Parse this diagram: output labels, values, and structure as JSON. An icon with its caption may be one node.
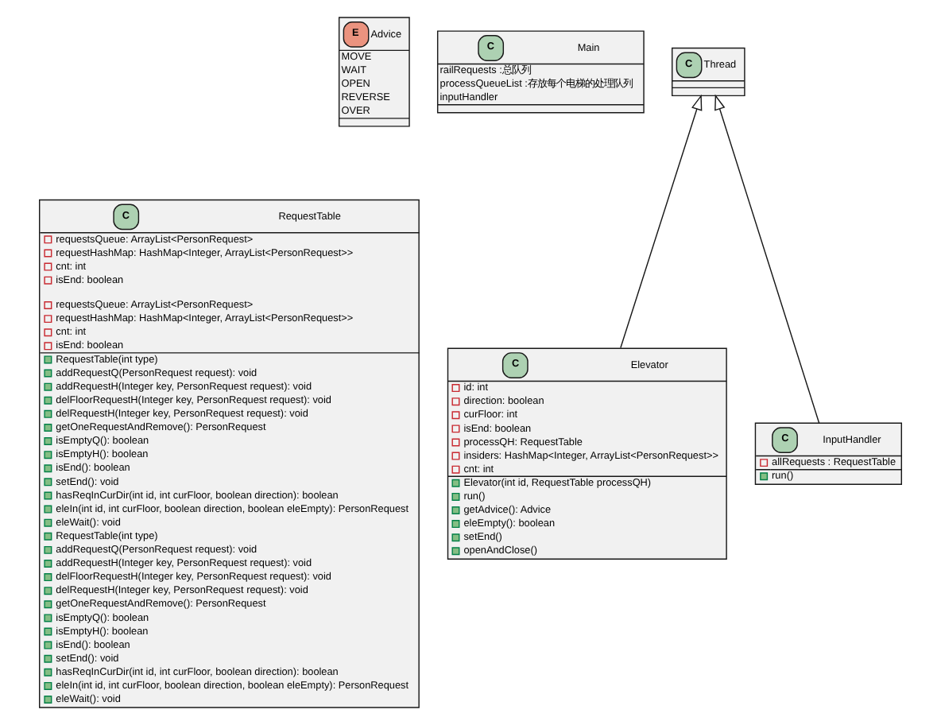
{
  "diagram": {
    "nodes": [
      {
        "text": [
          "E",
          "Advice",
          "MOVE",
          "WAIT",
          "OPEN",
          "REVERSE",
          "OVER"
        ]
      },
      {
        "text": [
          "C",
          "Main",
          "railRequests :总队列",
          "processQueueList :存放每个电梯的处理队列",
          "inputHandler"
        ]
      },
      {
        "text": [
          "C",
          "Thread"
        ]
      },
      {
        "text": [
          "C",
          "RequestTable",
          "requestsQueue: ArrayList<PersonRequest>",
          "requestHashMap: HashMap<Integer, ArrayList<PersonRequest>>",
          "cnt: int",
          "isEnd: boolean",
          "requestsQueue: ArrayList<PersonRequest>",
          "requestHashMap: HashMap<Integer, ArrayList<PersonRequest>>",
          "cnt: int",
          "isEnd: boolean",
          "RequestTable(int type)",
          "addRequestQ(PersonRequest request): void",
          "addRequestH(Integer key, PersonRequest request): void",
          "delFloorRequestH(Integer key, PersonRequest request): void",
          "delRequestH(Integer key, PersonRequest request): void",
          "getOneRequestAndRemove(): PersonRequest",
          "isEmptyQ(): boolean",
          "isEmptyH(): boolean",
          "isEnd(): boolean",
          "setEnd(): void",
          "hasReqInCurDir(int id, int curFloor, boolean direction): boolean",
          "eleIn(int id, int curFloor, boolean direction, boolean eleEmpty): PersonRequest",
          "eleWait(): void",
          "RequestTable(int type)",
          "addRequestQ(PersonRequest request): void",
          "addRequestH(Integer key, PersonRequest request): void",
          "delFloorRequestH(Integer key, PersonRequest request): void",
          "delRequestH(Integer key, PersonRequest request): void",
          "getOneRequestAndRemove(): PersonRequest",
          "isEmptyQ(): boolean",
          "isEmptyH(): boolean",
          "isEnd(): boolean",
          "setEnd(): void",
          "hasReqInCurDir(int id, int curFloor, boolean direction): boolean",
          "eleIn(int id, int curFloor, boolean direction, boolean eleEmpty): PersonRequest",
          "eleWait(): void"
        ]
      },
      {
        "text": [
          "C",
          "Elevator",
          "id: int",
          "direction: boolean",
          "curFloor: int",
          "isEnd: boolean",
          "processQH: RequestTable",
          "insiders: HashMap<Integer, ArrayList<PersonRequest>>",
          "cnt: int",
          "Elevator(int id, RequestTable processQH)",
          "run()",
          "getAdvice(): Advice",
          "eleEmpty(): boolean",
          "setEnd()",
          "openAndClose()"
        ]
      },
      {
        "text": [
          "C",
          "InputHandler",
          "allRequests : RequestTable",
          "run()"
        ]
      }
    ],
    "edges": [
      {
        "from": 4,
        "to": 2,
        "arrow": "to"
      },
      {
        "from": 5,
        "to": 2,
        "arrow": "to"
      }
    ]
  }
}
